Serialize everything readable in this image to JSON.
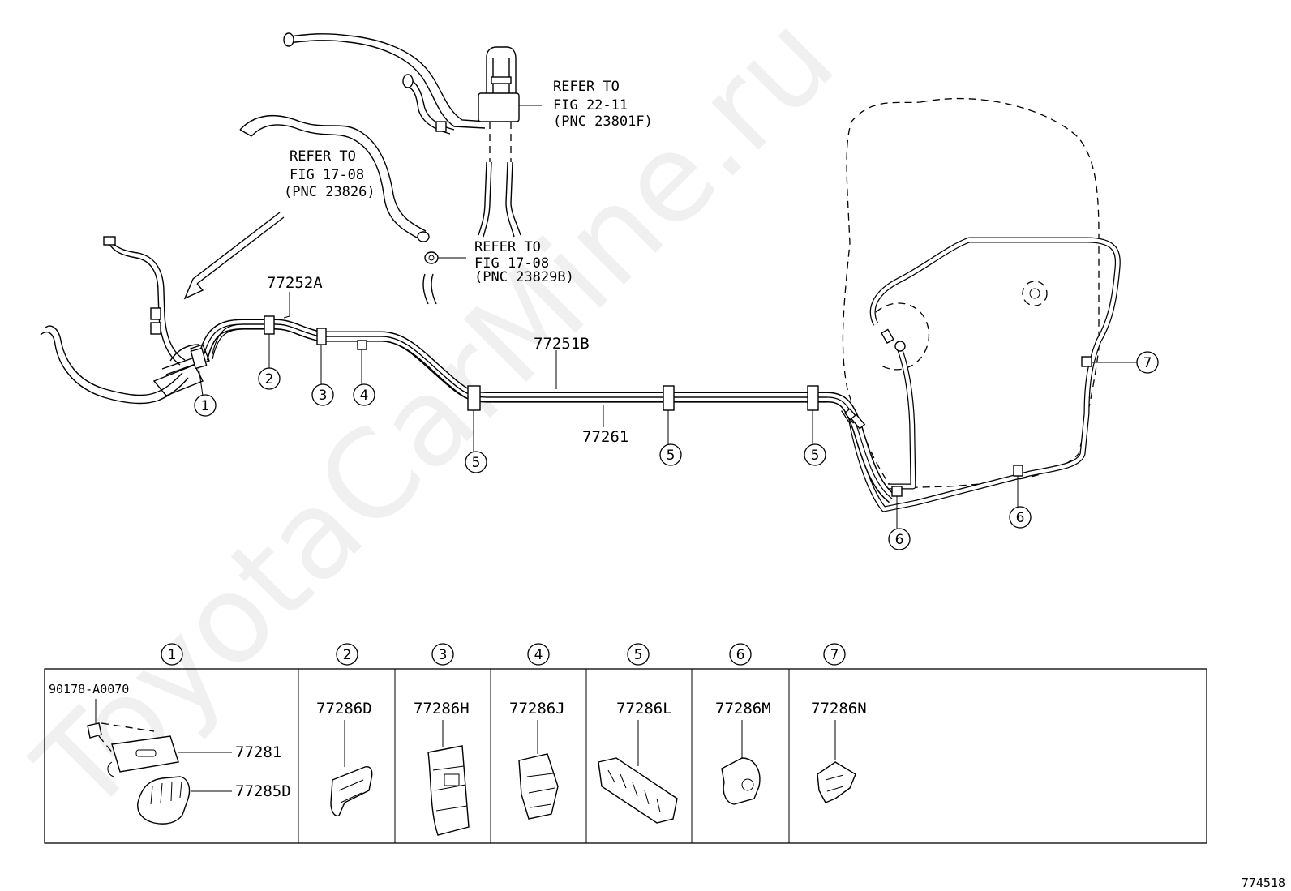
{
  "watermark": "ToyotaCarMine.ru",
  "figure_id": "774518",
  "refs": [
    {
      "l1": "REFER TO",
      "l2": "FIG 22-11",
      "l3": "(PNC 23801F)"
    },
    {
      "l1": "REFER TO",
      "l2": "FIG 17-08",
      "l3": "(PNC 23826)"
    },
    {
      "l1": "REFER TO",
      "l2": "FIG 17-08",
      "l3": "(PNC 23829B)"
    }
  ],
  "parts": {
    "p77252A": "77252A",
    "p77251B": "77251B",
    "p77261": "77261"
  },
  "callouts": {
    "c1": "1",
    "c2": "2",
    "c3": "3",
    "c4": "4",
    "c5a": "5",
    "c5b": "5",
    "c5c": "5",
    "c6a": "6",
    "c6b": "6",
    "c7": "7"
  },
  "table": {
    "headers": [
      "1",
      "2",
      "3",
      "4",
      "5",
      "6",
      "7"
    ],
    "cell1": {
      "bolt": "90178-A0070",
      "bracket": "77281",
      "clamp": "77285D"
    },
    "cells": [
      "77286D",
      "77286H",
      "77286J",
      "77286L",
      "77286M",
      "77286N"
    ]
  }
}
